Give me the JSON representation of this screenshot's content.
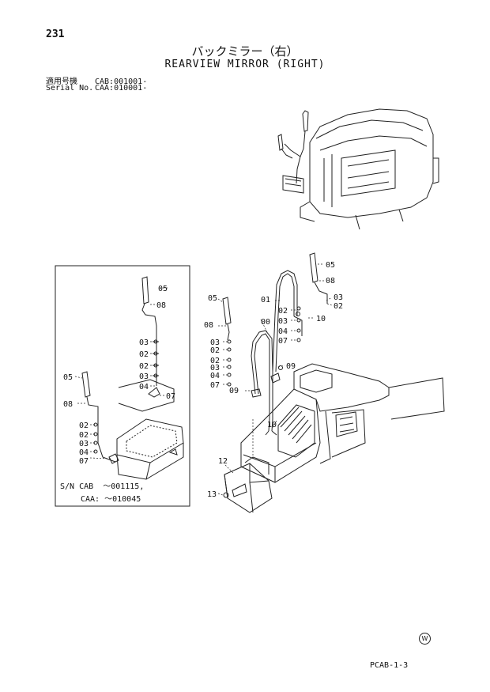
{
  "header": {
    "page_number": "231",
    "title_ja": "バックミラー（右）",
    "title_en": "REARVIEW MIRROR (RIGHT)",
    "serial_label_ja": "適用号機",
    "serial_value_1": "CAB:001001-",
    "serial_label_en": "Serial No.",
    "serial_value_2": "CAA:010001-"
  },
  "callouts": {
    "main": {
      "p05a": "05",
      "p08a": "08",
      "p03a": "03",
      "p02a": "02",
      "p01": "01",
      "p02b": "02",
      "p03b": "03",
      "p04a": "04",
      "p07a": "07",
      "p10a": "10",
      "p05b": "05",
      "p00": "00",
      "p08b": "08",
      "p03c": "03",
      "p02c": "02",
      "p02d": "02",
      "p03d": "03",
      "p04b": "04",
      "p07b": "07",
      "p09a": "09",
      "p09b": "09",
      "p10b": "10",
      "p12": "12",
      "p13": "13"
    },
    "inset": {
      "p05": "05",
      "p08": "08",
      "p03": "03",
      "p02a": "02",
      "p02b": "02",
      "p03b": "03",
      "p04": "04",
      "p07": "07",
      "q05": "05",
      "q08": "08",
      "q02a": "02",
      "q02b": "02",
      "q03": "03",
      "q04": "04",
      "q07": "07"
    }
  },
  "inset_note": {
    "line1_label": "S/N CAB",
    "line1_value": "～001115,",
    "line2_label": "CAA:",
    "line2_value": "～010045"
  },
  "footer": {
    "mark": "W",
    "code": "PCAB-1-3"
  }
}
